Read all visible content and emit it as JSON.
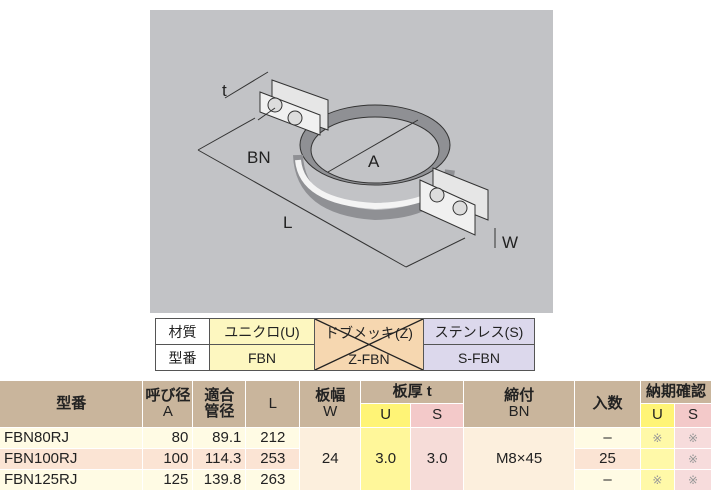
{
  "diagram": {
    "labels": {
      "t": "t",
      "bn": "BN",
      "a": "A",
      "l": "L",
      "w": "W"
    }
  },
  "material_table": {
    "row1": {
      "label": "材質",
      "u": "ユニクロ(U)",
      "z": "ドブメッキ(Z)",
      "s": "ステンレス(S)"
    },
    "row2": {
      "label": "型番",
      "u": "FBN",
      "z": "Z-FBN",
      "s": "S-FBN"
    }
  },
  "spec_table": {
    "headers": {
      "model": "型番",
      "nominal": "呼び径",
      "nominal_sub": "A",
      "pipe": "適合",
      "pipe_sub": "管径",
      "l": "L",
      "width": "板幅",
      "width_sub": "W",
      "thickness": "板厚 t",
      "u": "U",
      "s": "S",
      "bolt": "締付",
      "bolt_sub": "BN",
      "qty": "入数",
      "delivery": "納期確認"
    },
    "rows": [
      {
        "model": "FBN80RJ",
        "a": "80",
        "pipe": "89.1",
        "l": "212",
        "qty": "–",
        "du": "※",
        "ds": "※"
      },
      {
        "model": "FBN100RJ",
        "a": "100",
        "pipe": "114.3",
        "l": "253",
        "qty": "25",
        "du": "",
        "ds": "※"
      },
      {
        "model": "FBN125RJ",
        "a": "125",
        "pipe": "139.8",
        "l": "263",
        "qty": "–",
        "du": "※",
        "ds": "※"
      }
    ],
    "merged": {
      "w": "24",
      "tu": "3.0",
      "ts": "3.0",
      "bn": "M8×45"
    }
  }
}
